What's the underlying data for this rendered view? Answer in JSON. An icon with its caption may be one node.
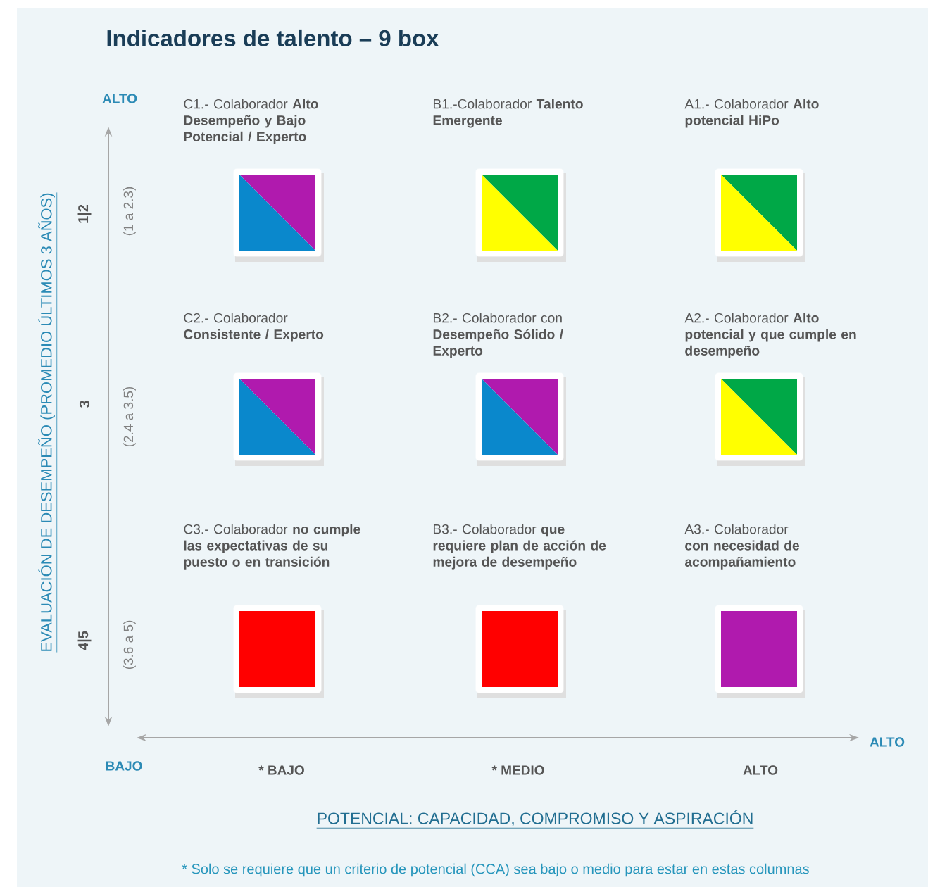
{
  "diagram": {
    "title": "Indicadores de talento – 9 box",
    "caption": "* Solo se requiere que un criterio de potencial (CCA) sea bajo o medio para estar en estas columnas",
    "nodes": [
      {
        "text": [
          "C1.- Colaborador **Alto Desempeño y Bajo Potencial / Experto**"
        ]
      },
      {
        "text": [
          "B1.-Colaborador **Talento Emergente**"
        ]
      },
      {
        "text": [
          "A1.- Colaborador **Alto potencial HiPo**"
        ]
      },
      {
        "text": [
          "C2.- Colaborador **Consistente / Experto**"
        ]
      },
      {
        "text": [
          "B2.- Colaborador con **Desempeño Sólido / Experto**"
        ]
      },
      {
        "text": [
          "A2.- Colaborador **Alto potencial y que cumple en desempeño**"
        ]
      },
      {
        "text": [
          "C3.- Colaborador **no cumple las expectativas de su puesto o en transición**"
        ]
      },
      {
        "text": [
          "B3.- Colaborador **que requiere plan de acción de mejora de desempeño**"
        ]
      },
      {
        "text": [
          "A3.- Colaborador **con necesidad de acompañamiento**"
        ]
      }
    ],
    "edges": [],
    "labels": [
      "ALTO",
      "EVALUACIÓN DE DESEMPEÑO (PROMEDIO ÚLTIMOS 3 AÑOS)",
      "1|2",
      "(1 a 2.3)",
      "3",
      "(2.4 a 3.5)",
      "4|5",
      "(3.6 a 5)",
      "BAJO",
      "ALTO",
      "* BAJO",
      "* MEDIO",
      "ALTO",
      "POTENCIAL:  CAPACIDAD, COMPROMISO Y ASPIRACIÓN"
    ]
  }
}
